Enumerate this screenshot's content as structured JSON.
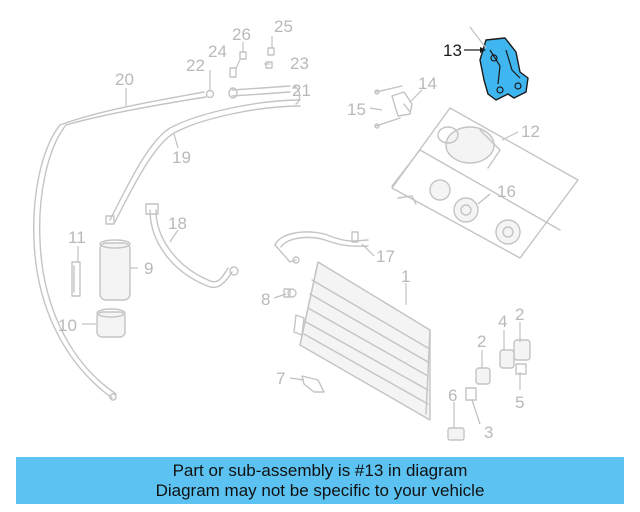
{
  "diagram": {
    "callouts": {
      "c1": "1",
      "c2a": "2",
      "c2b": "2",
      "c3": "3",
      "c4": "4",
      "c5": "5",
      "c6": "6",
      "c7": "7",
      "c8": "8",
      "c9": "9",
      "c10": "10",
      "c11": "11",
      "c12": "12",
      "c13": "13",
      "c14": "14",
      "c15": "15",
      "c16": "16",
      "c17": "17",
      "c18": "18",
      "c19": "19",
      "c20": "20",
      "c21": "21",
      "c22": "22",
      "c23": "23",
      "c24": "24",
      "c25": "25",
      "c26": "26"
    },
    "highlight_color": "#3fb6f0"
  },
  "banner": {
    "line1": "Part or sub-assembly is #13 in diagram",
    "line2": "Diagram may not be specific to your vehicle",
    "background_color": "#5bc2f2"
  }
}
